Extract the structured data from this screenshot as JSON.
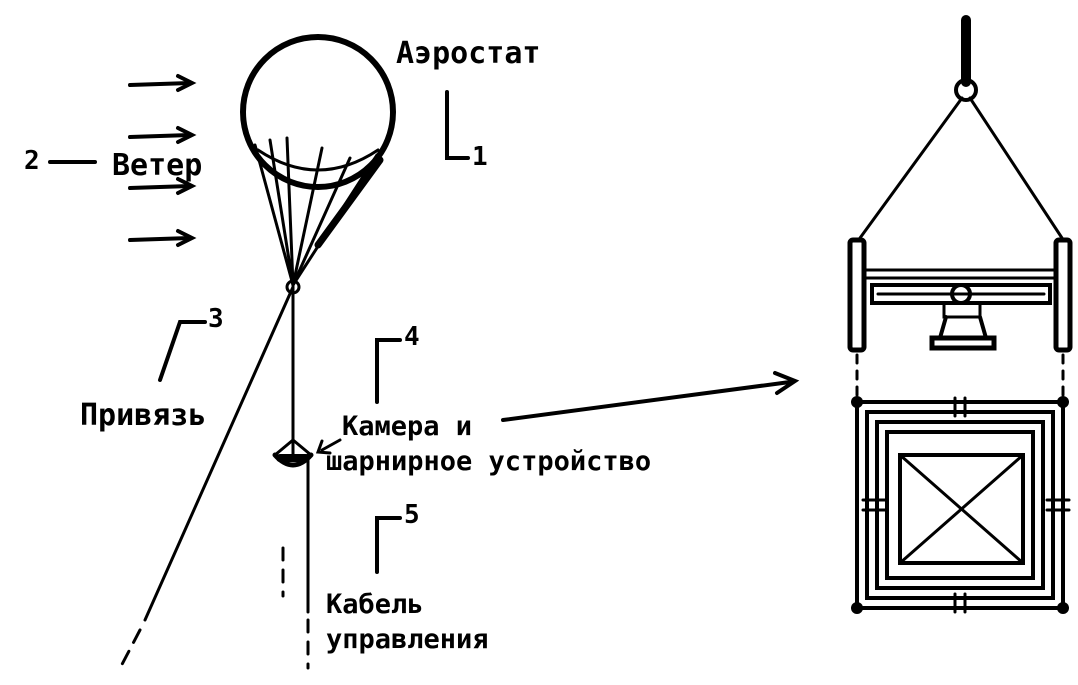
{
  "labels": {
    "aerostat": "Аэростат",
    "wind": "Ветер",
    "tether": "Привязь",
    "camera_line1": "Камера и",
    "camera_line2": "шарнирное устройство",
    "cable_line1": "Кабель",
    "cable_line2": "управления"
  },
  "callouts": {
    "n1": "1",
    "n2": "2",
    "n3": "3",
    "n4": "4",
    "n5": "5"
  },
  "colors": {
    "ink": "#000000",
    "paper": "#ffffff"
  }
}
